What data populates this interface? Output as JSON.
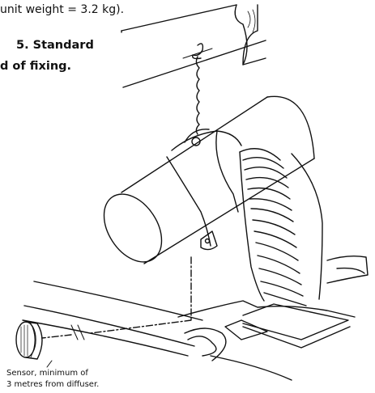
{
  "top_caption": "unit weight = 3.2 kg).",
  "heading": {
    "line1": "5. Standard",
    "line2": "d of fixing."
  },
  "sensor_label": {
    "line1": "Sensor, minimum of",
    "line2": "3 metres from diffuser."
  }
}
